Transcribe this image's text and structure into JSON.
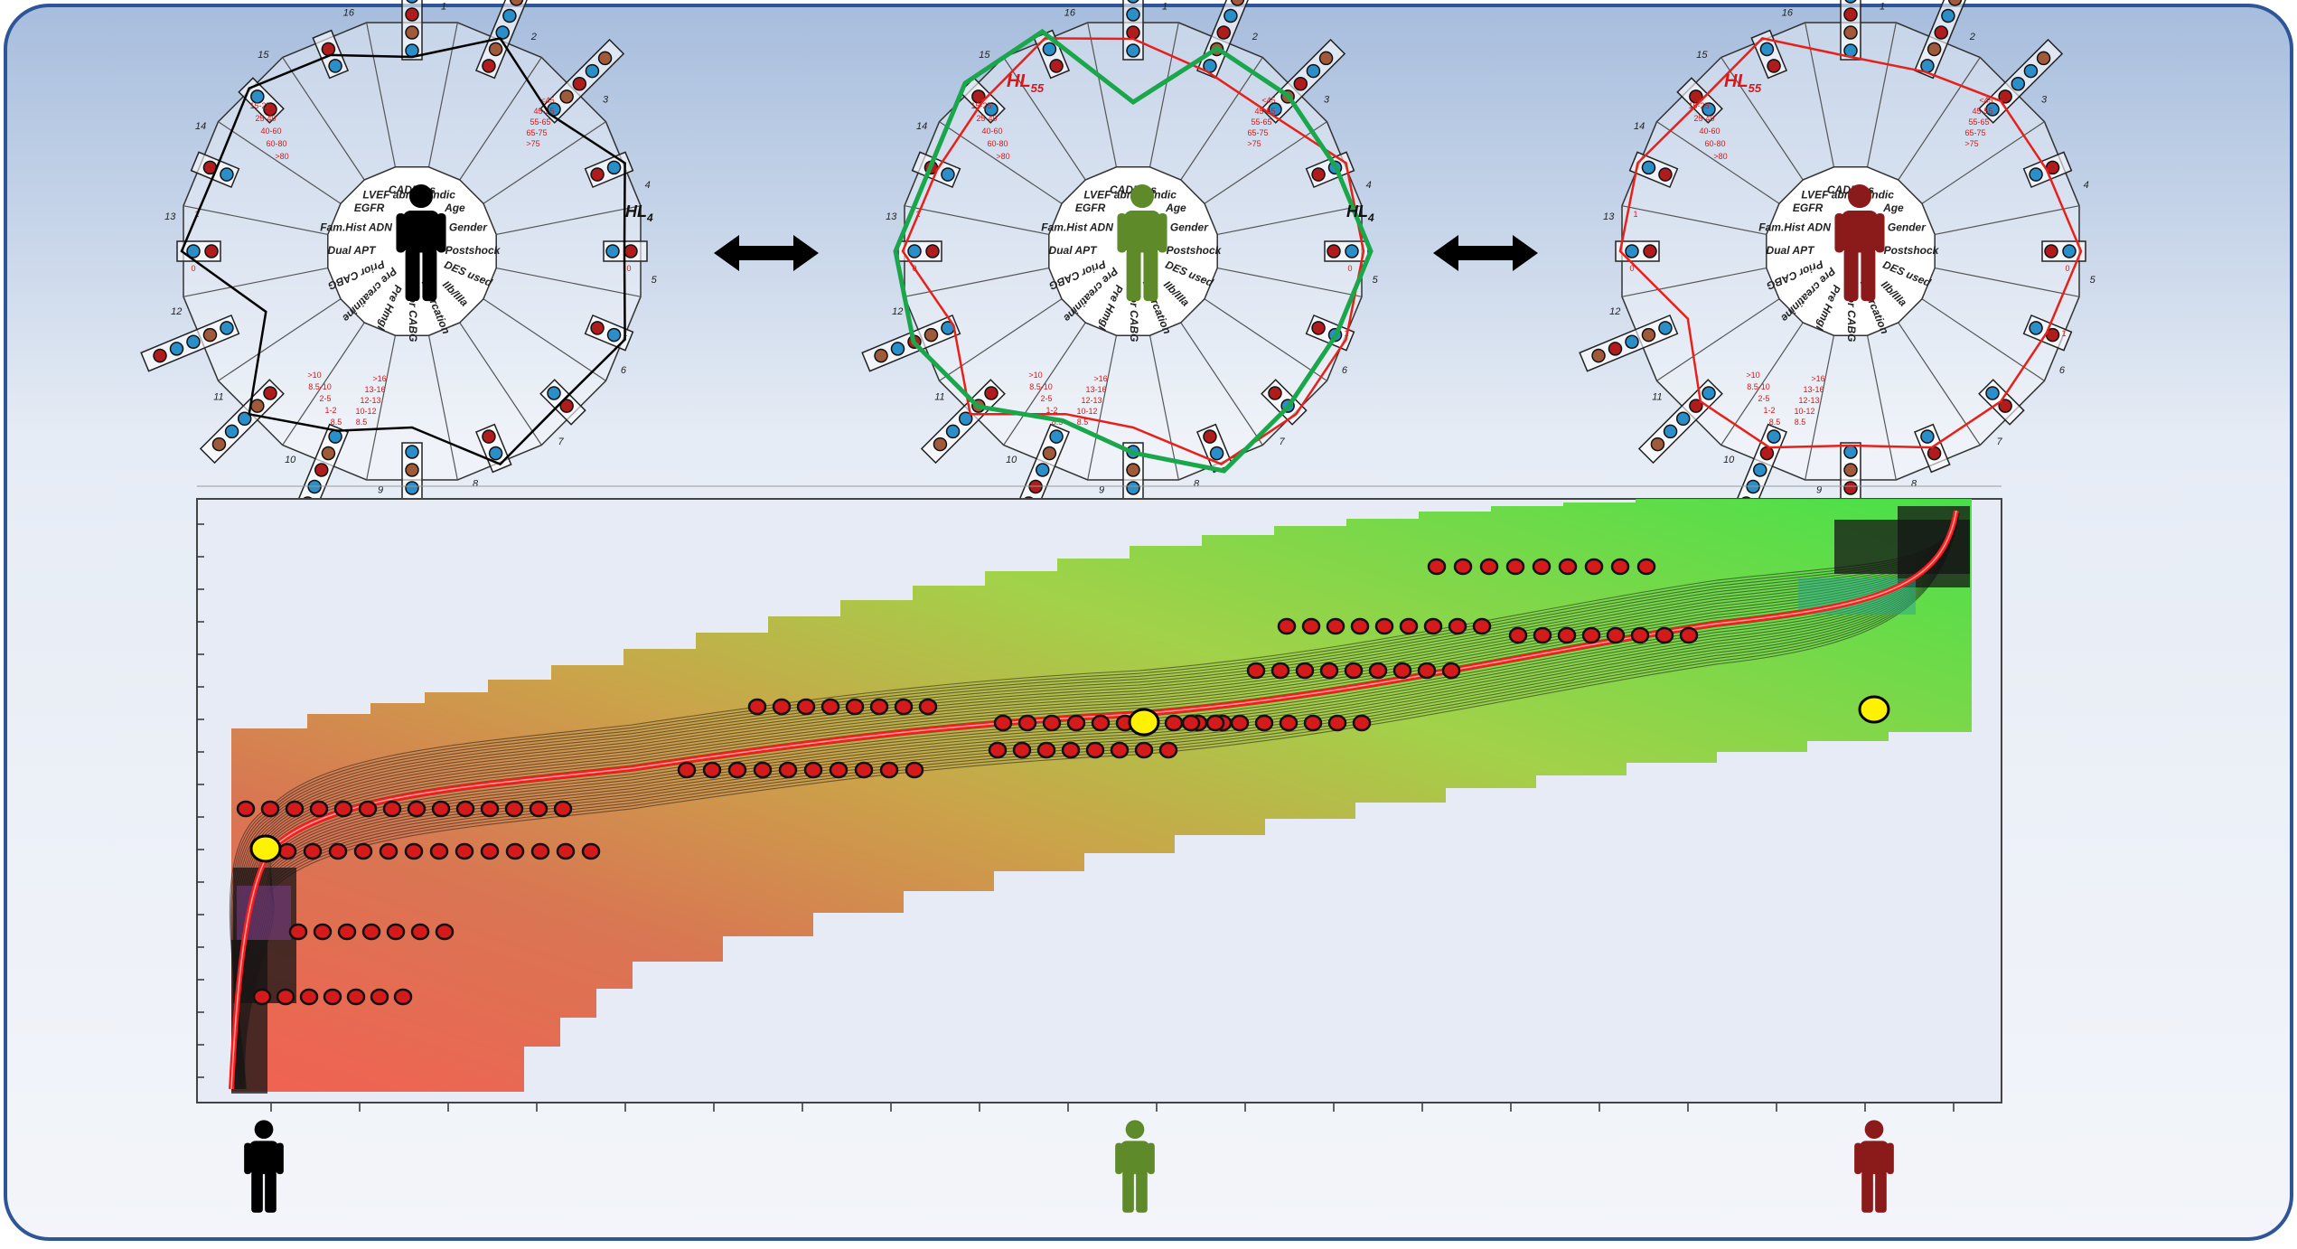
{
  "radar_axis_labels": [
    "CADPres",
    "PCIndic",
    "Age",
    "Gender",
    "Postshock",
    "DES used",
    "IIb/IIIa",
    "Bifurcation",
    "Prior CABG",
    "Pre Hmgl",
    "Pre creatinine",
    "Prior CABG",
    "Dual APT",
    "Fam.Hist ADN",
    "EGFR",
    "LVEF abn."
  ],
  "radar_spoke_numbers": [
    "1",
    "2",
    "3",
    "4",
    "5",
    "6",
    "7",
    "8",
    "9",
    "10",
    "11",
    "12",
    "13",
    "14",
    "15",
    "16"
  ],
  "radar_range_labels_top": [
    "15-25",
    "25-40",
    "40-60",
    "60-80",
    ">80"
  ],
  "radar_range_labels_age": [
    "<45",
    "45-55",
    "55-65",
    "65-75",
    ">75"
  ],
  "radar_range_labels_bottom": [
    ">10",
    "8.5-10",
    "2-5",
    "1-2",
    "8.5",
    "10-12",
    "12-13",
    "13-16",
    ">16"
  ],
  "radar_bin_labels": [
    "0",
    "1"
  ],
  "radars": [
    {
      "title": "",
      "hl_label": "HL",
      "hl_sub": "4",
      "person_color": "#000000",
      "poly_color": "#000000",
      "show_green": false
    },
    {
      "title": "HL",
      "title_sub": "55",
      "hl_label": "HL",
      "hl_sub": "4",
      "person_color": "#5e8a2a",
      "poly_color": "#e8201a",
      "show_green": true
    },
    {
      "title": "HL",
      "title_sub": "55",
      "hl_label": "",
      "hl_sub": "",
      "person_color": "#8b1a1a",
      "poly_color": "#e8201a",
      "show_green": false
    }
  ],
  "colors": {
    "frame_border": "#2e5597",
    "bg_top": "#a7bddd",
    "arrow": "#000000",
    "curve": "#ff1a1a",
    "marker_fill": "#d41a1a",
    "highlight_fill": "#fff200",
    "green_poly": "#1aa64a"
  },
  "icons": [
    "double-arrow-icon",
    "person-icon"
  ],
  "bottom_people_colors": [
    "#000000",
    "#5e8a2a",
    "#8b1a1a"
  ]
}
